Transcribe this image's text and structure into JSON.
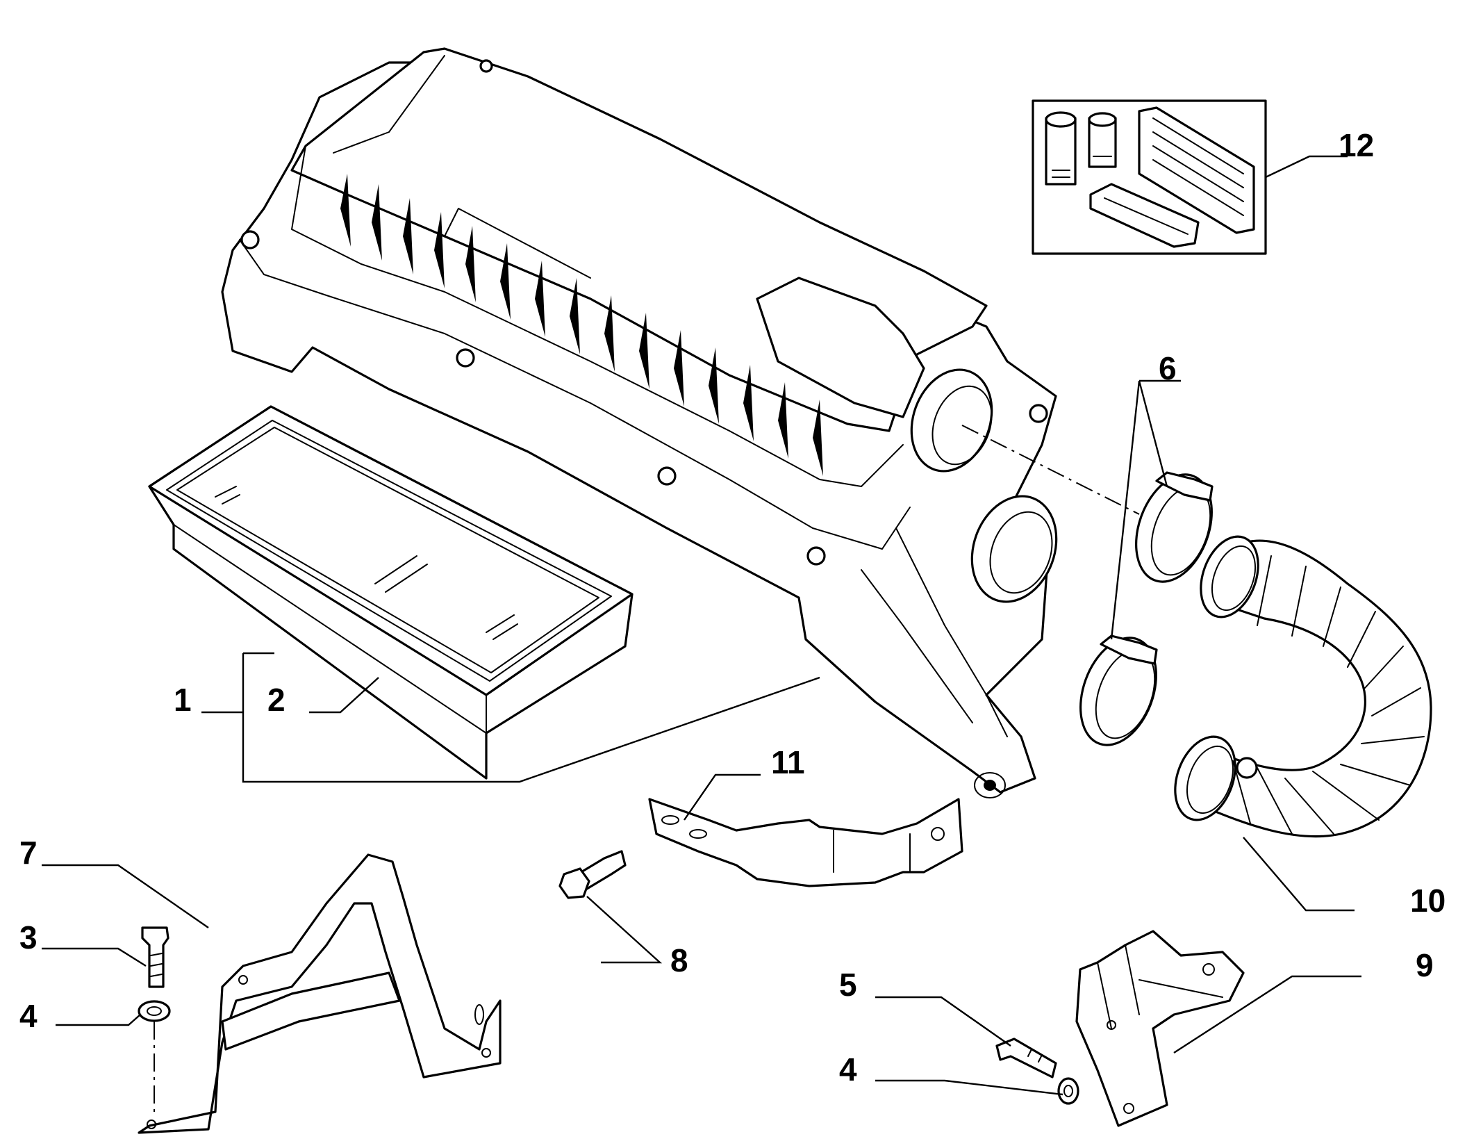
{
  "callouts": {
    "c1": "1",
    "c2": "2",
    "c3": "3",
    "c4a": "4",
    "c4b": "4",
    "c5": "5",
    "c6": "6",
    "c7": "7",
    "c8": "8",
    "c9": "9",
    "c10": "10",
    "c11": "11",
    "c12": "12"
  },
  "colors": {
    "line": "#000000",
    "background": "#ffffff"
  }
}
